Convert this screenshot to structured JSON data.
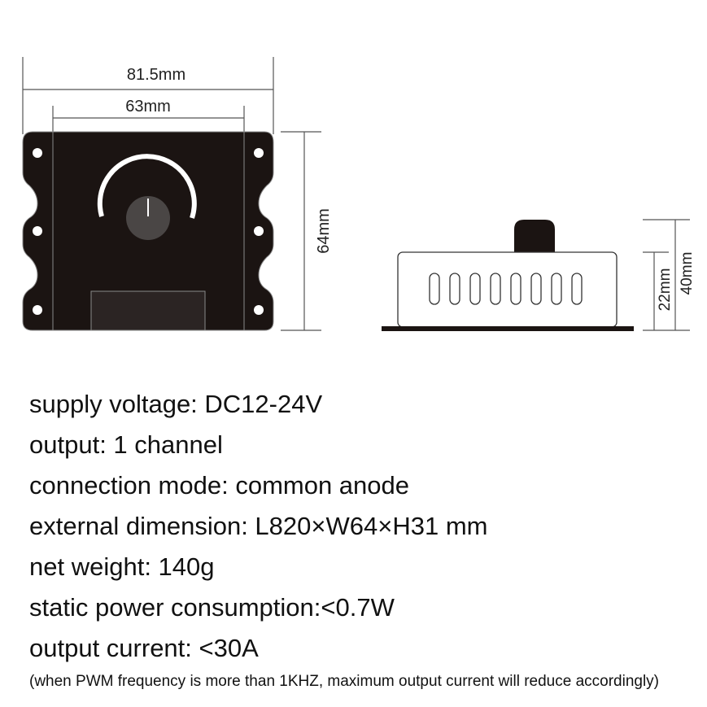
{
  "dimensions": {
    "total_width": "81.5mm",
    "body_width": "63mm",
    "height": "64mm",
    "side_inner_height": "22mm",
    "side_total_height": "40mm"
  },
  "specs": [
    "supply voltage: DC12-24V",
    "output: 1 channel",
    "connection mode: common anode",
    "external dimension: L820×W64×H31 mm",
    "net weight: 140g",
    "static power consumption:<0.7W",
    "output current: <30A"
  ],
  "note": "(when PWM frequency is more than 1KHZ, maximum output current will reduce accordingly)"
}
